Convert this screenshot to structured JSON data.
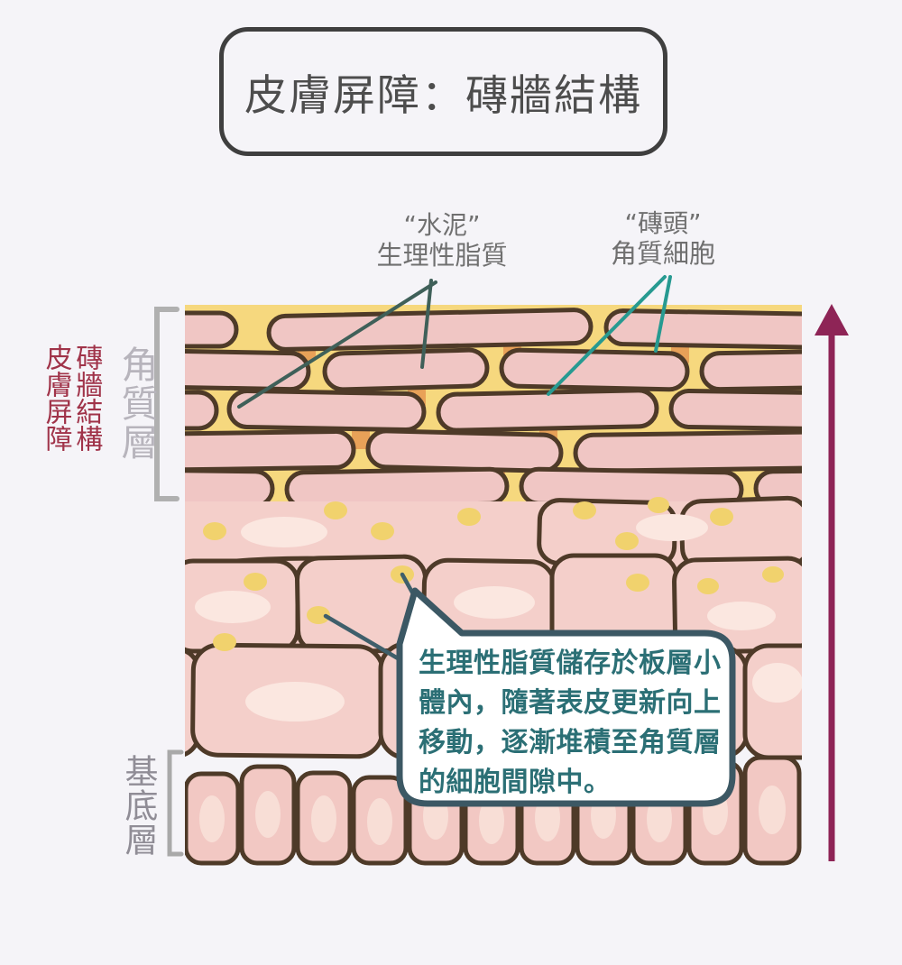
{
  "title": "皮膚屏障：磚牆結構",
  "annotations": {
    "cement": {
      "line1": "“水泥”",
      "line2": "生理性脂質"
    },
    "brick": {
      "line1": "“磚頭”",
      "line2": "角質細胞"
    }
  },
  "side_labels": {
    "barrier_col_right": "磚牆結構",
    "barrier_col_left": "皮膚屏障",
    "stratum_corneum": "角質層",
    "basal_layer": "基底層"
  },
  "bubble": {
    "text": "生理性脂質儲存於板層小體內，隨著表皮更新向上移動，逐漸堆積至角質層的細胞間隙中。"
  },
  "icons": {
    "up_arrow_glyph": "↑",
    "sc_bracket_glyph": "[",
    "basal_bracket_glyph": "["
  },
  "colors": {
    "page_bg": "#f5f4f8",
    "title_border": "#3f3f3f",
    "title_text": "#4d4d4d",
    "anno_text": "#707070",
    "barrier_text": "#a03349",
    "sc_label": "#b7b4bc",
    "basal_label": "#908d96",
    "bubble_text": "#2b6f75",
    "bubble_border": "#3c5864",
    "lipid_yellow": "#f6d87e",
    "cell_pink": "#f0c6c4",
    "mid_pink": "#f4cfca",
    "nucleus_pink": "#fbe7e0",
    "outline_brown": "#4e3a28",
    "desmosome_orange": "#e8a158",
    "lamellar_yellow": "#f1d26d",
    "pointer_teal": "#279a91",
    "pointer_slate": "#3f6059",
    "arrow_maroon": "#8e2456",
    "bracket_gray": "#b0b0b0"
  }
}
